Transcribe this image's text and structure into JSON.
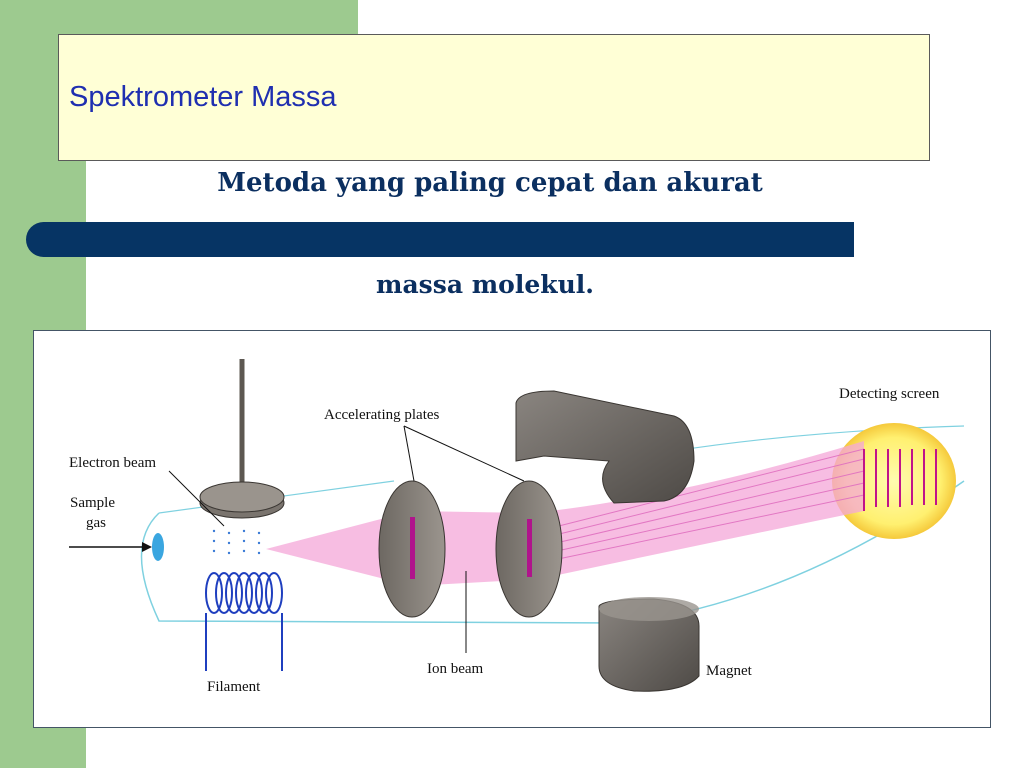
{
  "slide": {
    "title": "Spektrometer Massa",
    "subtitle_line1": "Metoda yang paling cepat dan akurat",
    "subtitle_line2": "massa molekul."
  },
  "diagram": {
    "labels": {
      "detecting_screen": "Detecting screen",
      "accelerating_plates": "Accelerating plates",
      "electron_beam": "Electron beam",
      "sample_gas_1": "Sample",
      "sample_gas_2": "gas",
      "filament": "Filament",
      "ion_beam": "Ion beam",
      "magnet": "Magnet"
    }
  },
  "colors": {
    "stripe": "#9dca8f",
    "title_box": "#ffffd6",
    "title_text": "#1f2fb0",
    "navy": "#063464",
    "ion_beam": "#f4a7d8",
    "plate_slit": "#b0148c",
    "filament_coil": "#1f3fbf"
  }
}
